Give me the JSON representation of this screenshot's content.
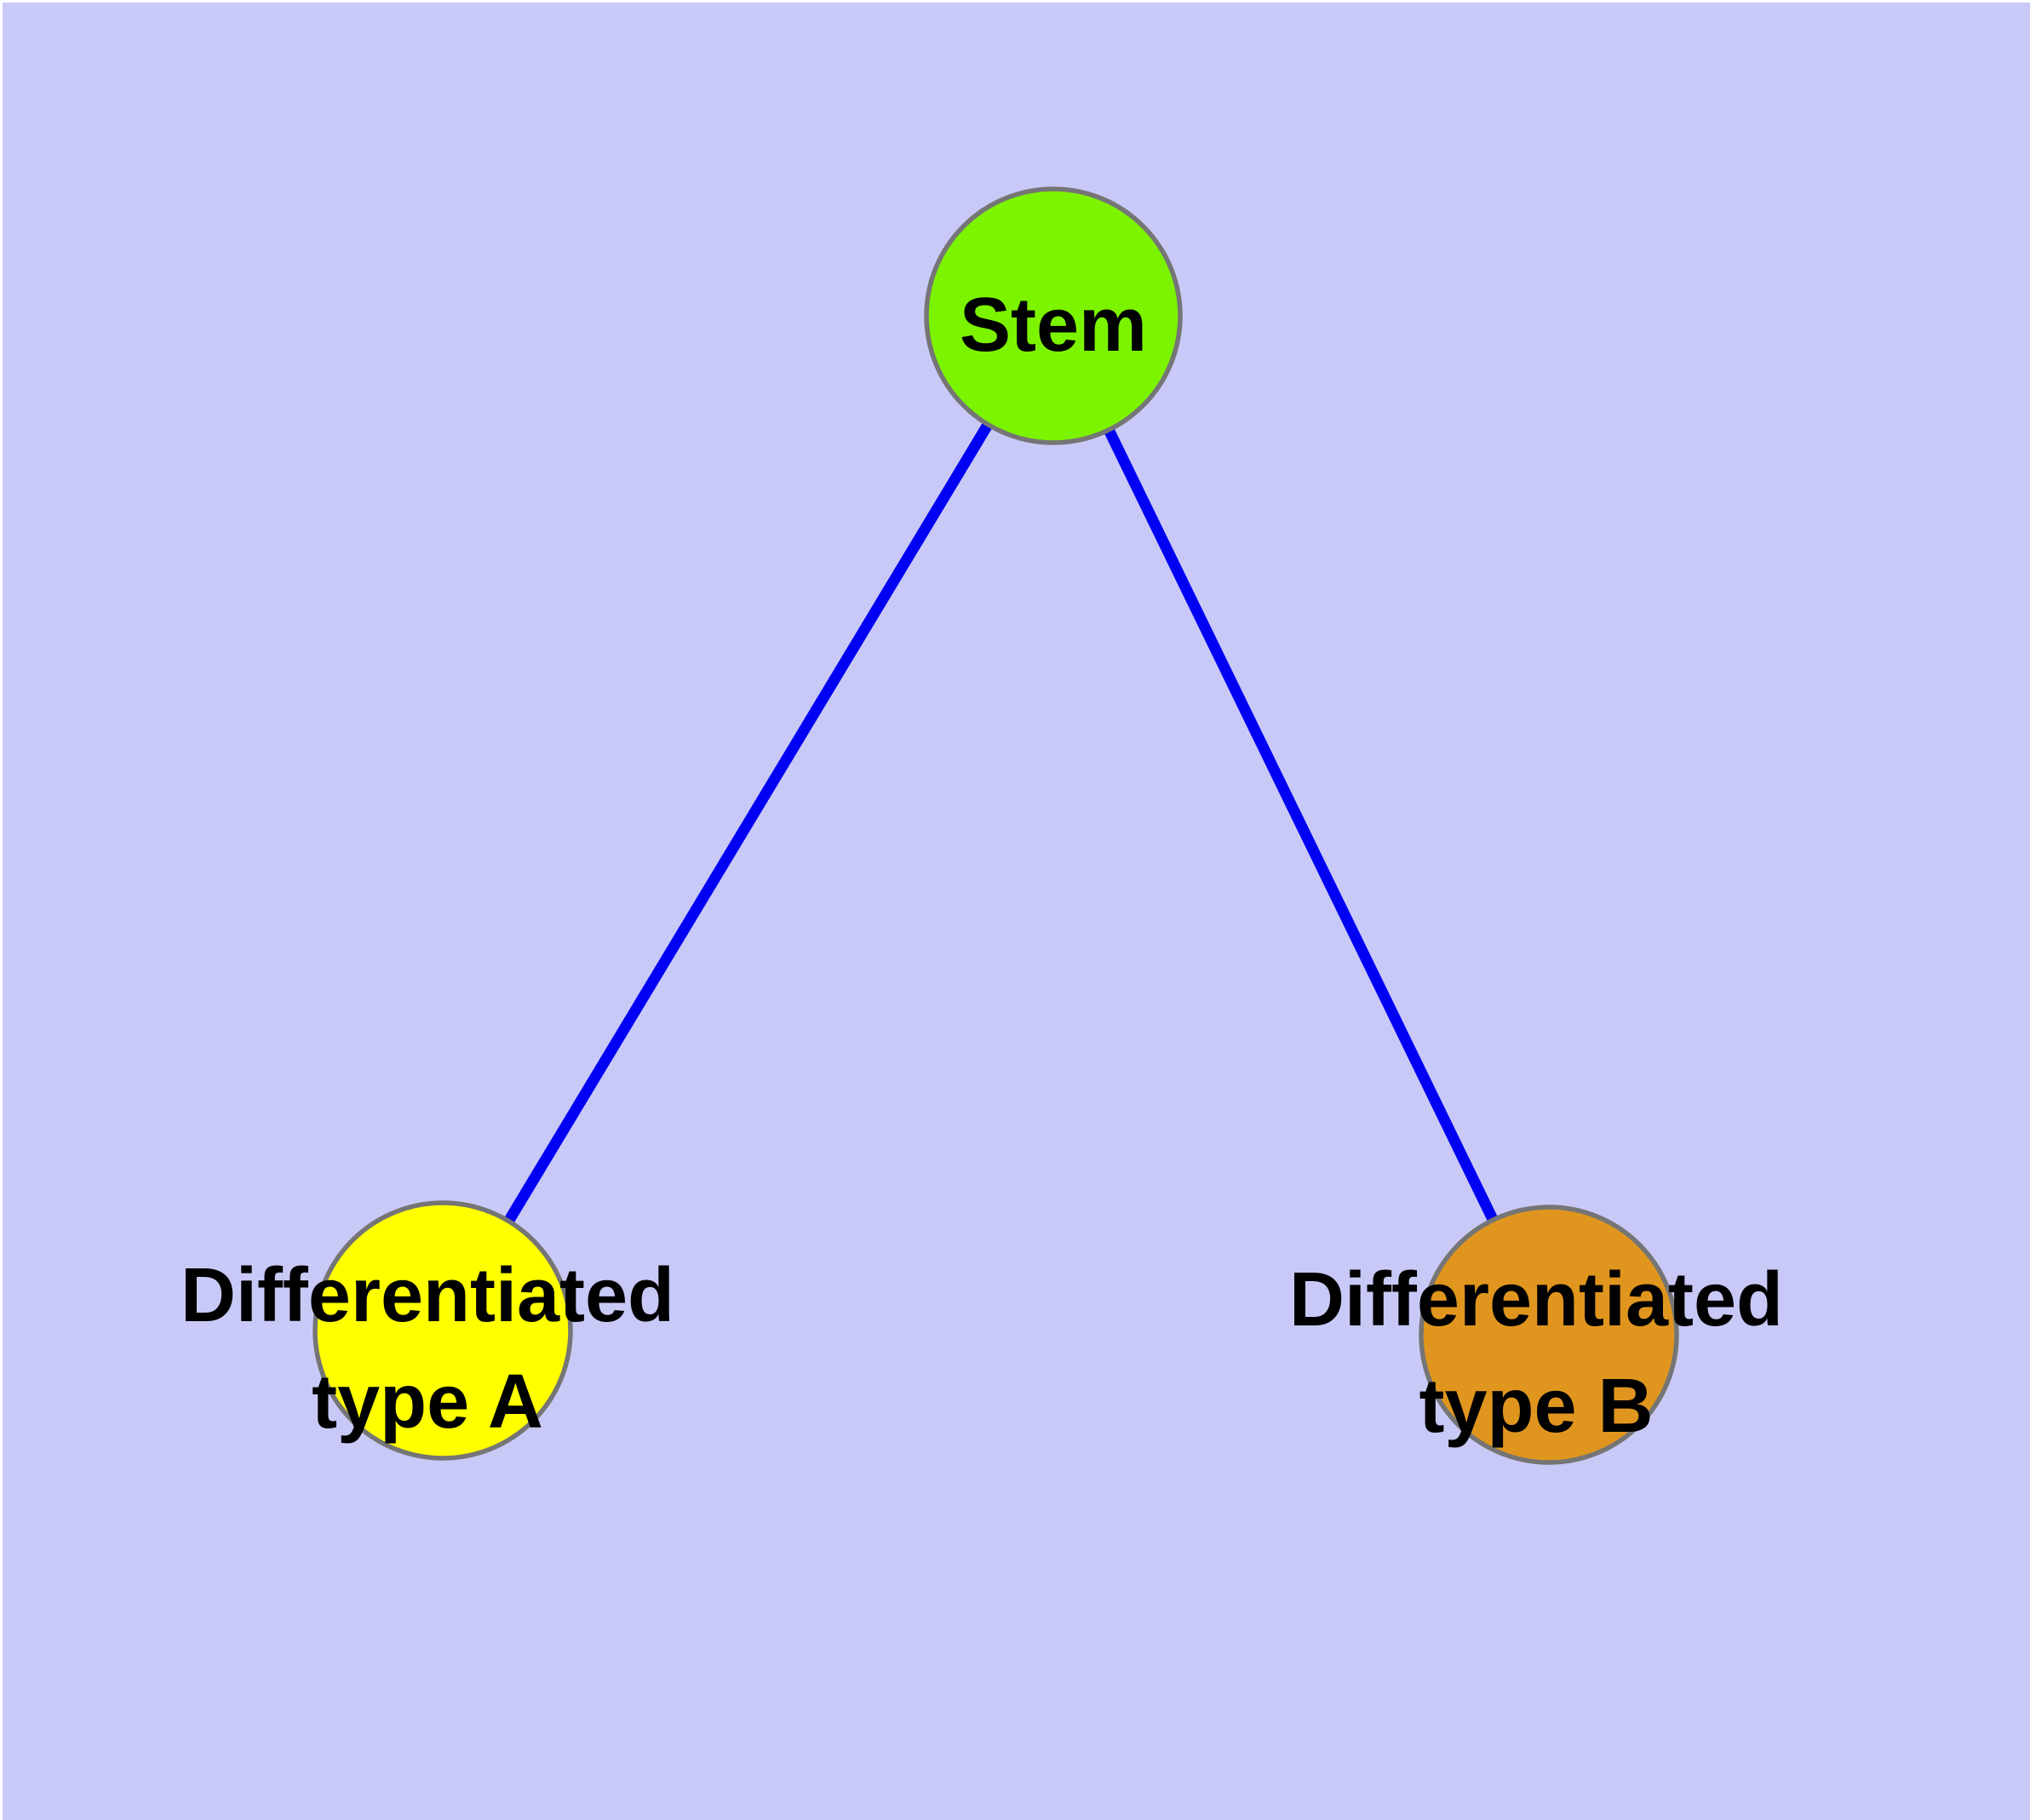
{
  "colors": {
    "background": "#c9c9f8",
    "page_frame": "#ffffff",
    "edge": "#0000f2",
    "node_border": "#757575",
    "label": "#000000"
  },
  "graph": {
    "nodes": [
      {
        "id": "stem",
        "label": "Stem",
        "lines": [
          "Stem"
        ],
        "color": "#7cf400"
      },
      {
        "id": "differentiated-type-a",
        "label": "Differentiated type A",
        "lines": [
          "Differentiated",
          "type A"
        ],
        "color": "#ffff00"
      },
      {
        "id": "differentiated-type-b",
        "label": "Differentiated type B",
        "lines": [
          "Differentiated",
          "type B"
        ],
        "color": "#e0961e"
      }
    ],
    "edges": [
      {
        "from": "Stem",
        "to": "Differentiated type A"
      },
      {
        "from": "Stem",
        "to": "Differentiated type B"
      }
    ]
  }
}
